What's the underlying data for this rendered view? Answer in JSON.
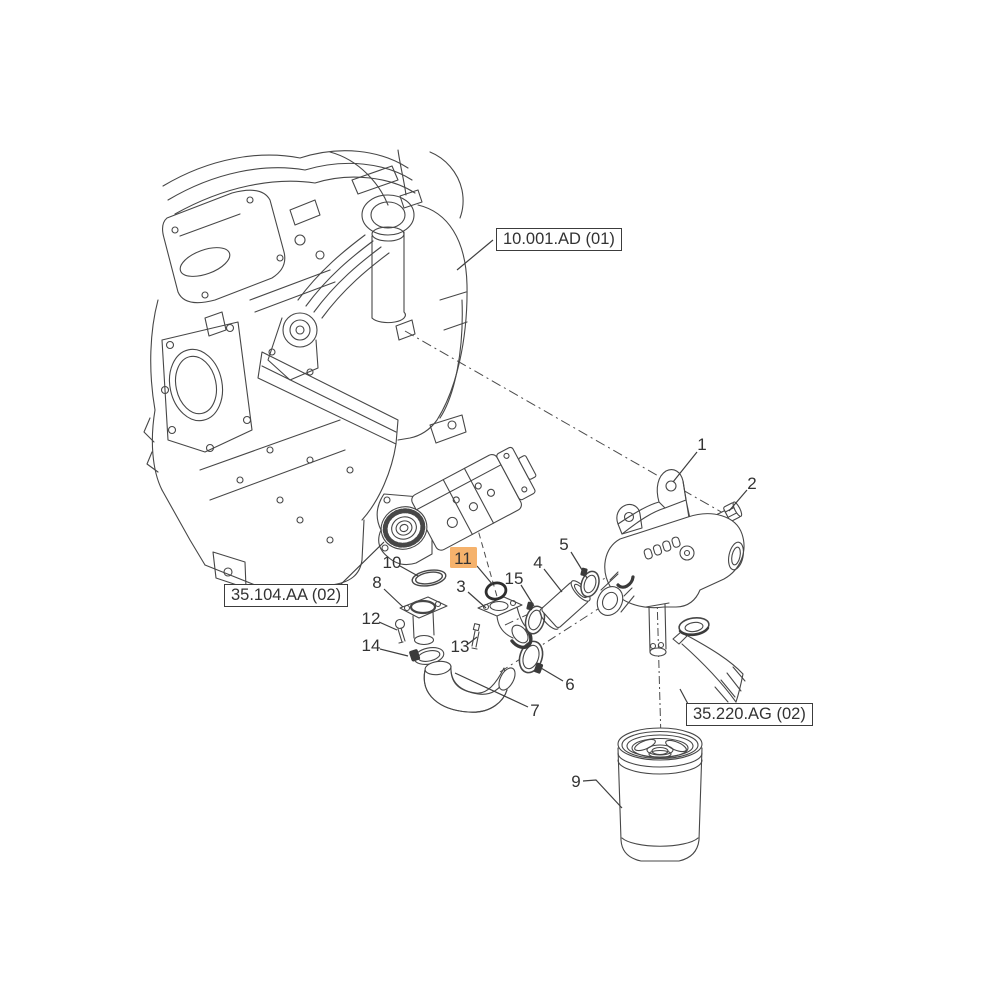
{
  "page": {
    "background_color": "#ffffff"
  },
  "diagram": {
    "type": "exploded-parts-diagram",
    "line_color": "#474747",
    "text_color": "#333333",
    "highlight": {
      "fill": "#f5b26c",
      "text_color": "#c8823d"
    },
    "reference_boxes": [
      {
        "label": "10.001.AD (01)"
      },
      {
        "label": "35.104.AA (02)"
      },
      {
        "label": "35.220.AG (02)"
      }
    ],
    "callouts": [
      {
        "number": "1",
        "highlighted": false
      },
      {
        "number": "2",
        "highlighted": false
      },
      {
        "number": "3",
        "highlighted": false
      },
      {
        "number": "4",
        "highlighted": false
      },
      {
        "number": "5",
        "highlighted": false
      },
      {
        "number": "6",
        "highlighted": false
      },
      {
        "number": "7",
        "highlighted": false
      },
      {
        "number": "8",
        "highlighted": false
      },
      {
        "number": "9",
        "highlighted": false
      },
      {
        "number": "10",
        "highlighted": false
      },
      {
        "number": "11",
        "highlighted": true
      },
      {
        "number": "12",
        "highlighted": false
      },
      {
        "number": "13",
        "highlighted": false
      },
      {
        "number": "14",
        "highlighted": false
      },
      {
        "number": "15",
        "highlighted": false
      }
    ]
  }
}
